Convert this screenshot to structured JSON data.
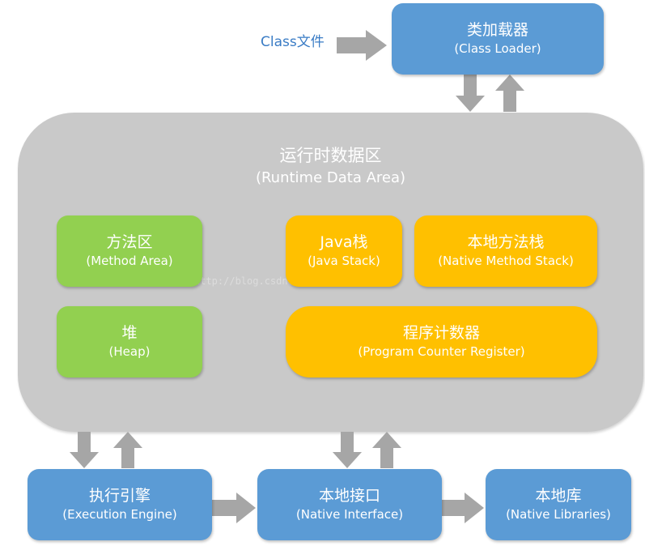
{
  "class_file": {
    "label": "Class文件"
  },
  "class_loader": {
    "cn": "类加载器",
    "en": "(Class Loader)"
  },
  "runtime_area": {
    "cn": "运行时数据区",
    "en": "(Runtime Data Area)"
  },
  "method_area": {
    "cn": "方法区",
    "en": "(Method Area)"
  },
  "heap": {
    "cn": "堆",
    "en": "(Heap)"
  },
  "java_stack": {
    "cn": "Java栈",
    "en": "(Java Stack)"
  },
  "native_method_stack": {
    "cn": "本地方法栈",
    "en": "(Native Method Stack)"
  },
  "program_counter": {
    "cn": "程序计数器",
    "en": "(Program Counter Register)"
  },
  "execution_engine": {
    "cn": "执行引擎",
    "en": "(Execution Engine)"
  },
  "native_interface": {
    "cn": "本地接口",
    "en": "(Native Interface)"
  },
  "native_libraries": {
    "cn": "本地库",
    "en": "(Native Libraries)"
  },
  "watermark": "http://blog.csdn.net/lrgtxxgeek",
  "colors": {
    "blue": "#5b9bd5",
    "green": "#92d050",
    "orange": "#ffc000",
    "runtime_gray": "#c9c9c9",
    "arrow_gray": "#a6a6a6"
  }
}
